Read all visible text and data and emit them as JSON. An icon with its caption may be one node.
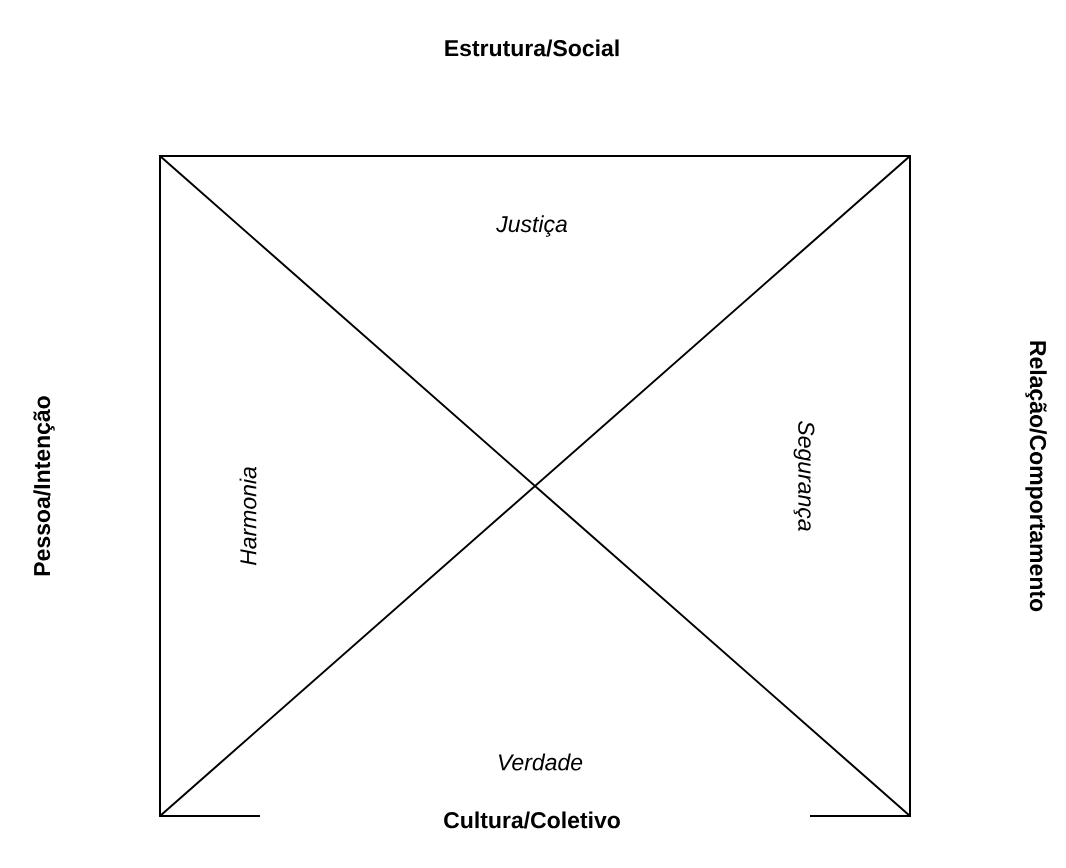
{
  "diagram": {
    "labels": [
      "Estrutura/Social",
      "Justiça",
      "Pessoa/Intenção",
      "Harmonia",
      "Segurança",
      "Relação/Comportamento",
      "Verdade",
      "Cultura/Coletivo"
    ]
  }
}
